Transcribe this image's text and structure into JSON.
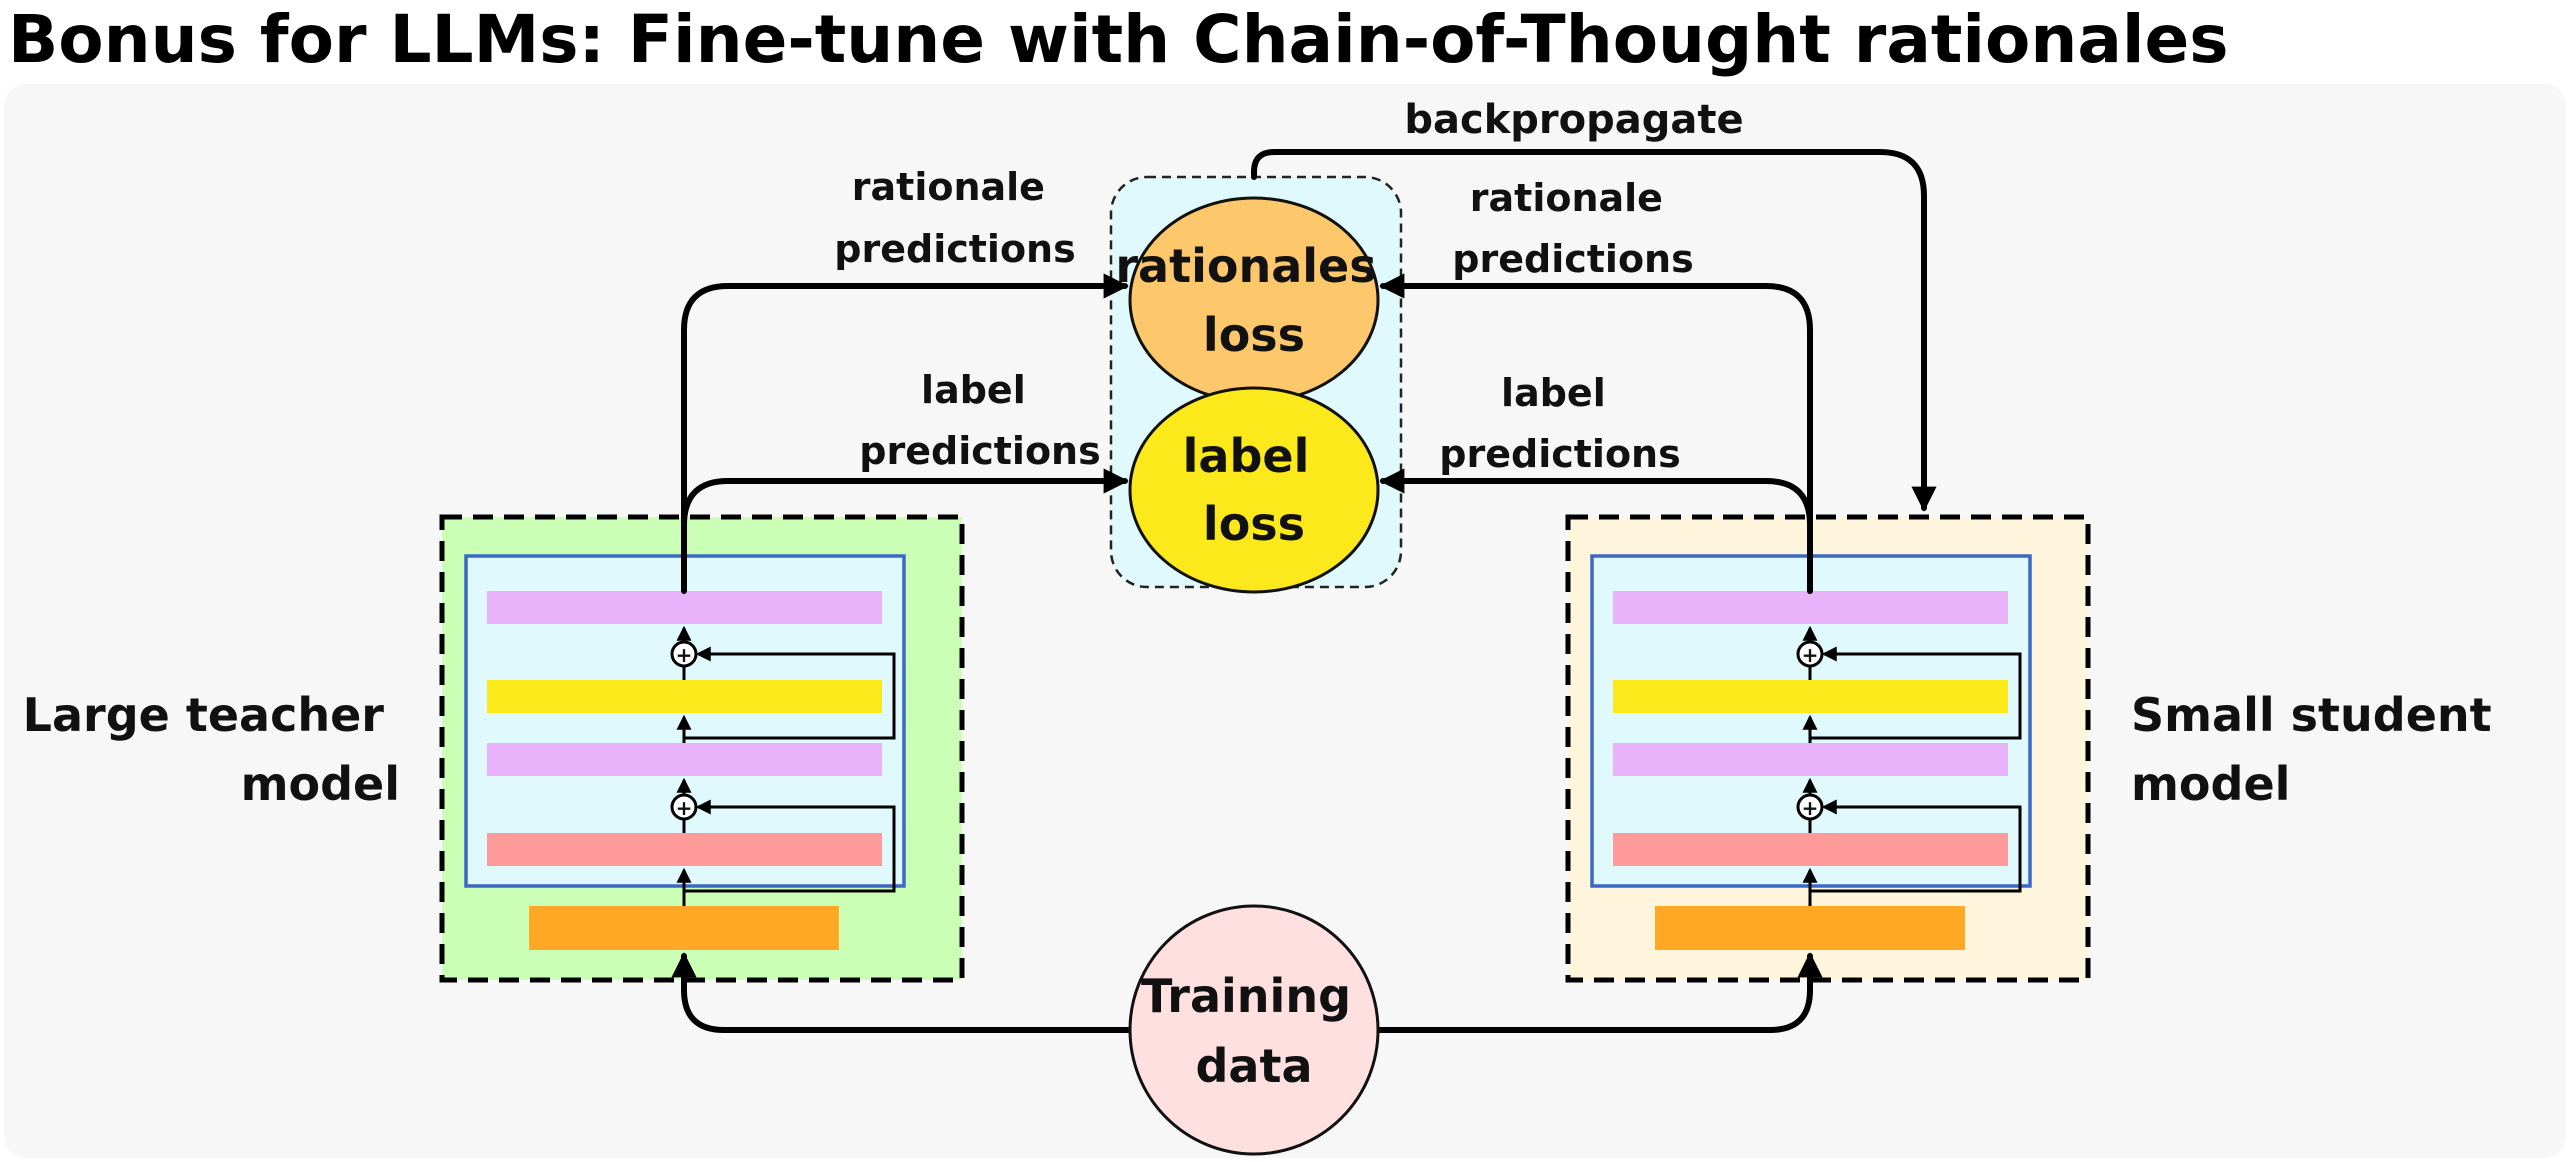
{
  "title": "Bonus for LLMs: Fine-tune with Chain-of-Thought rationales",
  "labels": {
    "backpropagate": "backpropagate",
    "rationale_predictions_left": [
      "rationale",
      "predictions"
    ],
    "rationale_predictions_right": [
      "rationale",
      "predictions"
    ],
    "label_predictions_left": [
      "label",
      "predictions"
    ],
    "label_predictions_right": [
      "label",
      "predictions"
    ]
  },
  "losses": {
    "rationales_loss": [
      "rationales",
      "loss"
    ],
    "label_loss": [
      "label",
      "loss"
    ]
  },
  "models": {
    "teacher": [
      "Large teacher",
      "model"
    ],
    "student": [
      "Small student",
      "model"
    ]
  },
  "training_data": [
    "Training",
    "data"
  ],
  "residual_symbol": "+",
  "colors": {
    "panel_bg": "#f7f7f7",
    "loss_group_bg": "#dff9fc",
    "rationales_loss_fill": "#fdc76b",
    "label_loss_fill": "#fce91c",
    "teacher_bg": "#ccffb6",
    "student_bg": "#fff4dc",
    "model_inner_bg": "#dff9fc",
    "model_inner_border": "#3a68c5",
    "layer_purple": "#e8b3fa",
    "layer_yellow": "#fce91c",
    "layer_red": "#fe9a9a",
    "layer_orange": "#ffa826",
    "training_fill": "#fee0e0"
  }
}
